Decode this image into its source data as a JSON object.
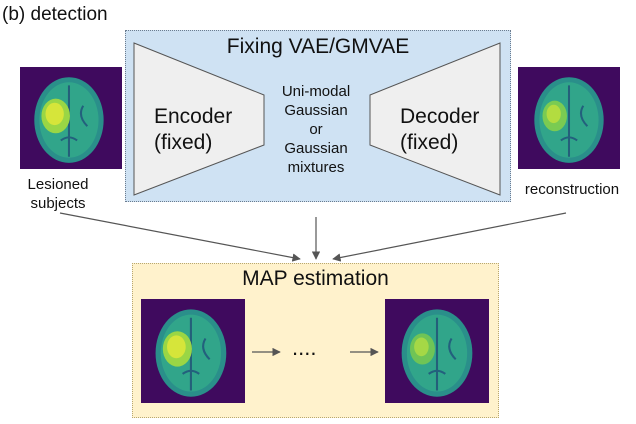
{
  "panel_label": "(b) detection",
  "vae_box": {
    "title": "Fixing VAE/GMVAE"
  },
  "encoder": {
    "line1": "Encoder",
    "line2": "(fixed)"
  },
  "decoder": {
    "line1": "Decoder",
    "line2": "(fixed)"
  },
  "latent": {
    "line1": "Uni-modal",
    "line2": "Gaussian",
    "line3": "or",
    "line4": "Gaussian",
    "line5": "mixtures"
  },
  "input_caption": {
    "line1": "Lesioned",
    "line2": "subjects"
  },
  "output_caption": "reconstruction",
  "map_box": {
    "title": "MAP estimation",
    "ellipsis": "...."
  },
  "colors": {
    "vae_fill": "#cfe2f3",
    "map_fill": "#fff2cc",
    "trapezoid_fill": "#efefef",
    "brain_background": "#3f0a5e",
    "lesion": "#d6e53a",
    "arrow": "#555555"
  },
  "icons": [
    "brain-mri-image",
    "arrow-icon"
  ]
}
